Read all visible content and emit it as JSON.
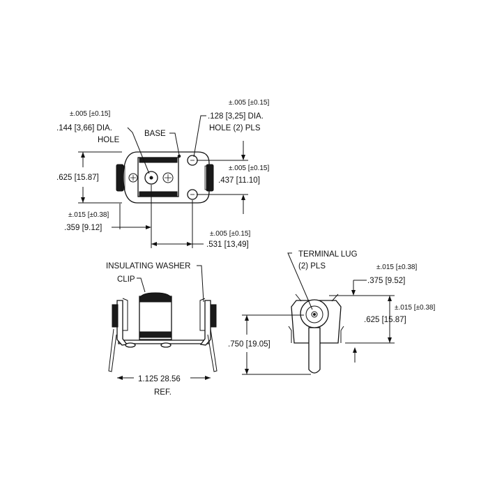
{
  "top_view": {
    "tol_hole_small": "±.005 [±0.15]",
    "hole_small_dim": ".144 [3,66] DIA.",
    "hole_small_label": "HOLE",
    "base_label": "BASE",
    "tol_hole_large": "±.005 [±0.15]",
    "hole_large_dim": ".128 [3,25] DIA.",
    "hole_large_label": "HOLE (2) PLS",
    "height_dim": ".625 [15.87]",
    "tol_spacing": "±.005 [±0.15]",
    "spacing_dim": ".437 [11.10]",
    "tol_offset": "±.015 [±0.38]",
    "offset_dim": ".359 [9.12]",
    "tol_length": "±.005 [±0.15]",
    "length_dim": ".531 [13,49]"
  },
  "front_view": {
    "washer_label": "INSULATING WASHER",
    "clip_label": "CLIP",
    "width_dim": "1.125 28.56",
    "ref_label": "REF."
  },
  "side_view": {
    "lug_label_1": "TERMINAL LUG",
    "lug_label_2": "(2) PLS",
    "tol_lug": "±.015 [±0.38]",
    "lug_dim": ".375 [9.52]",
    "tol_height": "±.015 [±0.38]",
    "height_dim": ".625 [15.87]",
    "overall_dim": ".750 [19.05]"
  }
}
